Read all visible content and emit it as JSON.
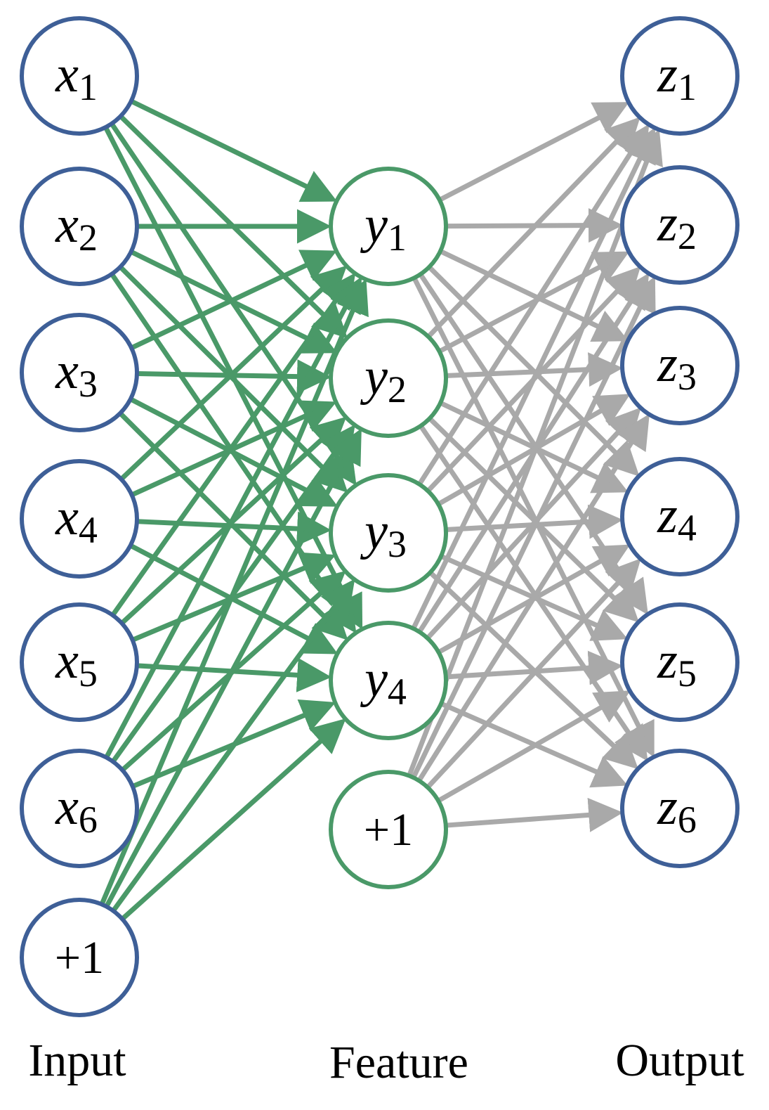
{
  "layers": {
    "input": {
      "label": "Input",
      "nodes": [
        {
          "var": "x",
          "sub": "1"
        },
        {
          "var": "x",
          "sub": "2"
        },
        {
          "var": "x",
          "sub": "3"
        },
        {
          "var": "x",
          "sub": "4"
        },
        {
          "var": "x",
          "sub": "5"
        },
        {
          "var": "x",
          "sub": "6"
        }
      ],
      "bias": "+1"
    },
    "feature": {
      "label": "Feature",
      "nodes": [
        {
          "var": "y",
          "sub": "1"
        },
        {
          "var": "y",
          "sub": "2"
        },
        {
          "var": "y",
          "sub": "3"
        },
        {
          "var": "y",
          "sub": "4"
        }
      ],
      "bias": "+1"
    },
    "output": {
      "label": "Output",
      "nodes": [
        {
          "var": "z",
          "sub": "1"
        },
        {
          "var": "z",
          "sub": "2"
        },
        {
          "var": "z",
          "sub": "3"
        },
        {
          "var": "z",
          "sub": "4"
        },
        {
          "var": "z",
          "sub": "5"
        },
        {
          "var": "z",
          "sub": "6"
        }
      ]
    }
  },
  "colors": {
    "input_node_stroke": "#3e5f97",
    "output_node_stroke": "#3e5f97",
    "feature_node_stroke": "#4a9968",
    "encoder_edges": "#4a9968",
    "decoder_edges": "#a9a9a9"
  },
  "connections": {
    "input_to_feature": "fully-connected",
    "feature_to_output": "fully-connected"
  }
}
